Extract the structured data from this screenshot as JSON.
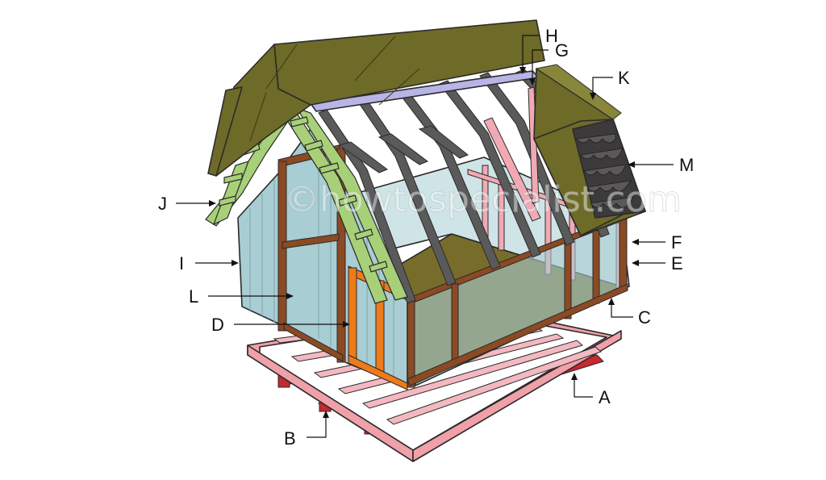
{
  "watermark": "©howtospecialist.com",
  "colors": {
    "skid": "#f0a0a8",
    "joist_red": "#c8282e",
    "floor": "#786c2a",
    "framing_brown": "#8b4a24",
    "pink_framing": "#f2a9b4",
    "siding_blue": "#a8cdd2",
    "gable_green": "#a8d078",
    "rafter_gray": "#5a5a5a",
    "roof_olive": "#6e6a28",
    "ridge_lavender": "#b8b4e6",
    "shingle_dark": "#3c3a3a",
    "door_orange": "#ef7a1a"
  },
  "callouts": [
    {
      "letter": "A",
      "part": "floor-frame"
    },
    {
      "letter": "B",
      "part": "skids"
    },
    {
      "letter": "C",
      "part": "floor-sheet"
    },
    {
      "letter": "D",
      "part": "door-frame"
    },
    {
      "letter": "E",
      "part": "side-wall"
    },
    {
      "letter": "F",
      "part": "back-wall"
    },
    {
      "letter": "G",
      "part": "truss"
    },
    {
      "letter": "H",
      "part": "ridge"
    },
    {
      "letter": "I",
      "part": "siding"
    },
    {
      "letter": "J",
      "part": "gable-end-truss"
    },
    {
      "letter": "K",
      "part": "roof-sheet"
    },
    {
      "letter": "L",
      "part": "door"
    },
    {
      "letter": "M",
      "part": "shingles"
    }
  ]
}
